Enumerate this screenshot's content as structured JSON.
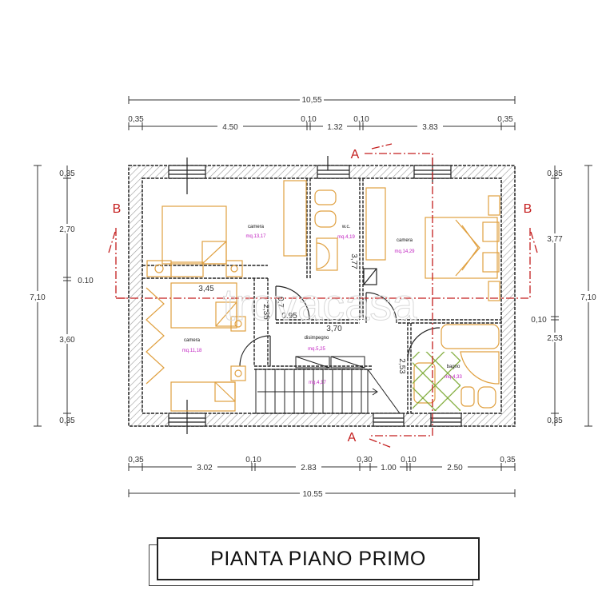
{
  "title": "PIANTA PIANO PRIMO",
  "colors": {
    "wall": "#222222",
    "furniture": "#e0a040",
    "area_label": "#c020c0",
    "section_line": "#c41e1e",
    "tile": "#7aa832"
  },
  "dimensions": {
    "top_total": "10,55",
    "top_chain": [
      "0,35",
      "4.50",
      "0,10",
      "1.32",
      "0,10",
      "3.83",
      "0,35"
    ],
    "bottom_chain": [
      "0,35",
      "3.02",
      "0,10",
      "2.83",
      "0,30",
      "1.00",
      "0,10",
      "2.50",
      "0,35"
    ],
    "bottom_total": "10.55",
    "left_total": "7,10",
    "left_chain": [
      "0,35",
      "2,70",
      "0.10",
      "3,60",
      "0,35"
    ],
    "right_total": "7,10",
    "right_chain": [
      "0,35",
      "3,77",
      "0,10",
      "2,53",
      "0,35"
    ],
    "interior": {
      "d345": "3,45",
      "d235": "2,35",
      "d095": "0.95",
      "d370": "3,70",
      "d377": "3,77",
      "d253": "2,53",
      "d07": "0,7"
    }
  },
  "sections": {
    "a_top": "A",
    "a_bottom": "A",
    "b_left": "B",
    "b_right": "B"
  },
  "rooms": [
    {
      "name": "camera",
      "area": "mq.13,17"
    },
    {
      "name": "w.c.",
      "area": "mq.4,19"
    },
    {
      "name": "camera",
      "area": "mq.14,29"
    },
    {
      "name": "camera",
      "area": "mq.11,18"
    },
    {
      "name": "disimpegno",
      "area": "mq.5,25"
    },
    {
      "name": "",
      "area": "mq.4,17"
    },
    {
      "name": "bagno",
      "area": "mq.4,33"
    }
  ],
  "watermark": "trovacasa"
}
